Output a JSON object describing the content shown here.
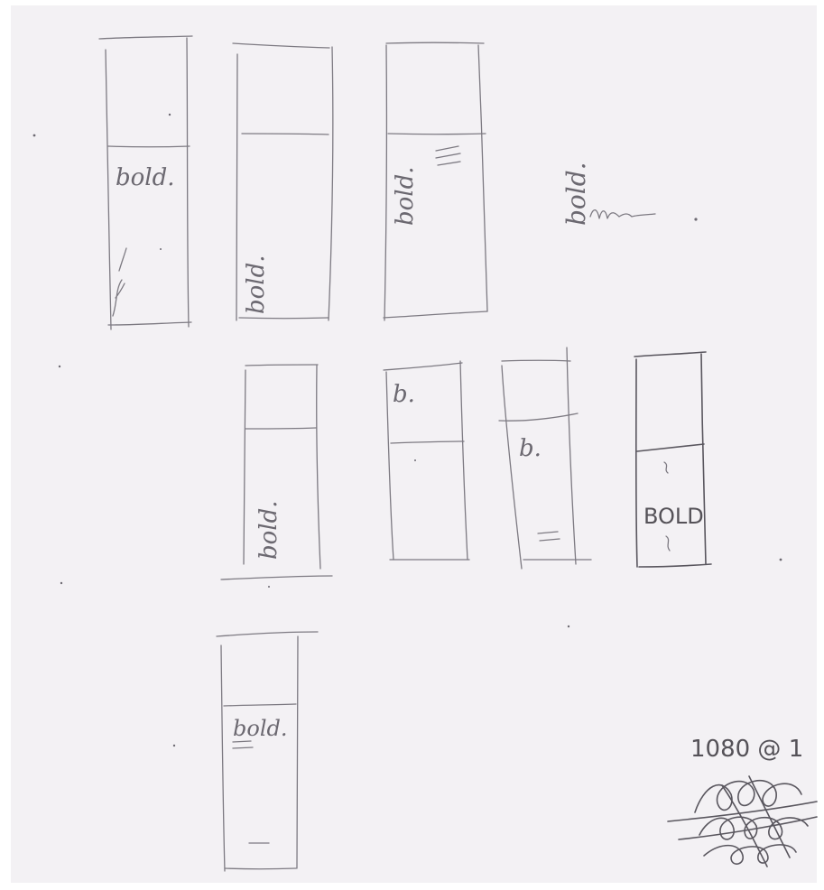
{
  "sketch": {
    "label_bold": "bold.",
    "label_b": "b.",
    "label_bold_caps": "BOLD",
    "resolution_note": "1080 @ 1"
  }
}
